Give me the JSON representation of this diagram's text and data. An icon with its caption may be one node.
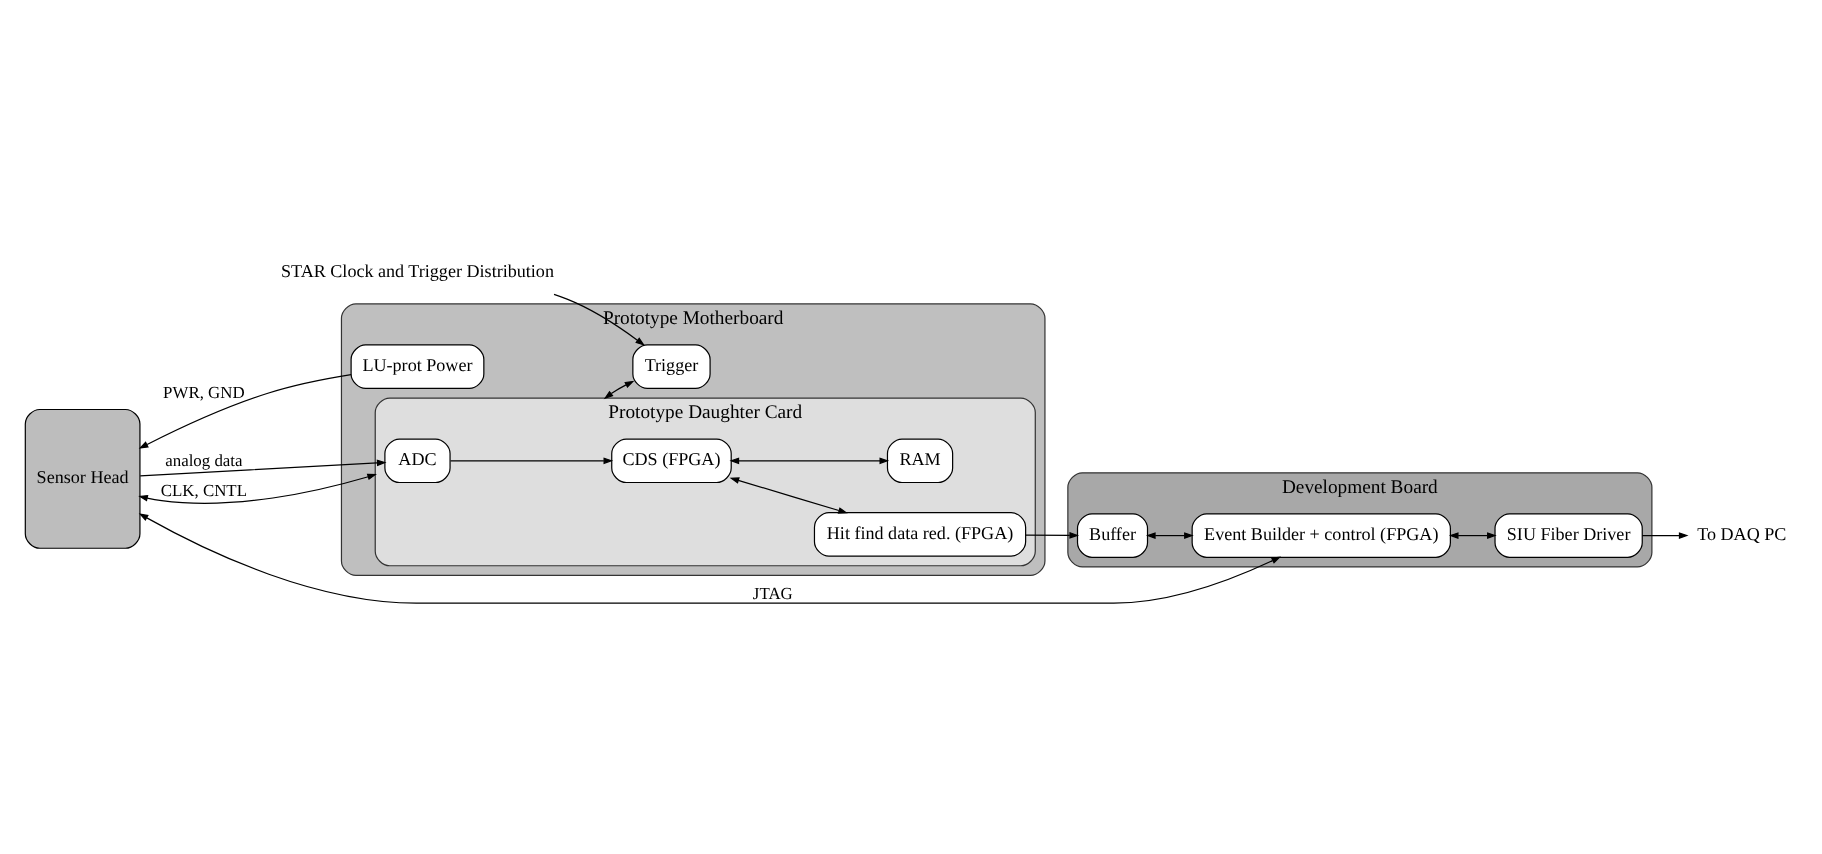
{
  "diagram": {
    "nodes": [
      {
        "text": [
          "Sensor Head"
        ]
      },
      {
        "text": [
          "Prototype Motherboard"
        ]
      },
      {
        "text": [
          "Prototype Daughter Card"
        ],
        "in": 1
      },
      {
        "text": [
          "ADC"
        ],
        "in": 2
      },
      {
        "text": [
          "CDS (FPGA)"
        ],
        "in": 2
      },
      {
        "text": [
          "Hit find data red. (FPGA)"
        ],
        "in": 2
      },
      {
        "text": [
          "RAM"
        ],
        "in": 2
      },
      {
        "text": [
          "LU-prot Power"
        ],
        "in": 1
      },
      {
        "text": [
          "Trigger"
        ],
        "in": 1
      },
      {
        "text": [
          "Development Board"
        ]
      },
      {
        "text": [
          "Buffer"
        ],
        "in": 9
      },
      {
        "text": [
          "Event Builder + control (FPGA)"
        ],
        "in": 9
      },
      {
        "text": [
          "SIU Fiber Driver"
        ],
        "in": 9
      },
      {
        "text": [
          "STAR Clock and Trigger Distribution"
        ]
      },
      {
        "text": [
          "To DAQ PC"
        ]
      }
    ],
    "edges": [
      {
        "from": 0,
        "to": 3,
        "arrow": "to",
        "label": "analog data"
      },
      {
        "from": 3,
        "to": 4,
        "arrow": "to"
      },
      {
        "from": 4,
        "to": 5,
        "arrow": "both"
      },
      {
        "from": 4,
        "to": 6,
        "arrow": "both"
      },
      {
        "from": 5,
        "to": 10,
        "arrow": "to"
      },
      {
        "from": 2,
        "to": 0,
        "arrow": "both",
        "label": "CLK, CNTL"
      },
      {
        "from": 11,
        "to": 0,
        "arrow": "both",
        "label": "JTAG"
      },
      {
        "from": 7,
        "to": 0,
        "arrow": "to",
        "label": "PWR, GND"
      },
      {
        "from": 13,
        "to": 8,
        "arrow": "to"
      },
      {
        "from": 2,
        "to": 8,
        "arrow": "both"
      },
      {
        "from": 10,
        "to": 11,
        "arrow": "both"
      },
      {
        "from": 11,
        "to": 12,
        "arrow": "both"
      },
      {
        "from": 12,
        "to": 14,
        "arrow": "to"
      }
    ]
  }
}
